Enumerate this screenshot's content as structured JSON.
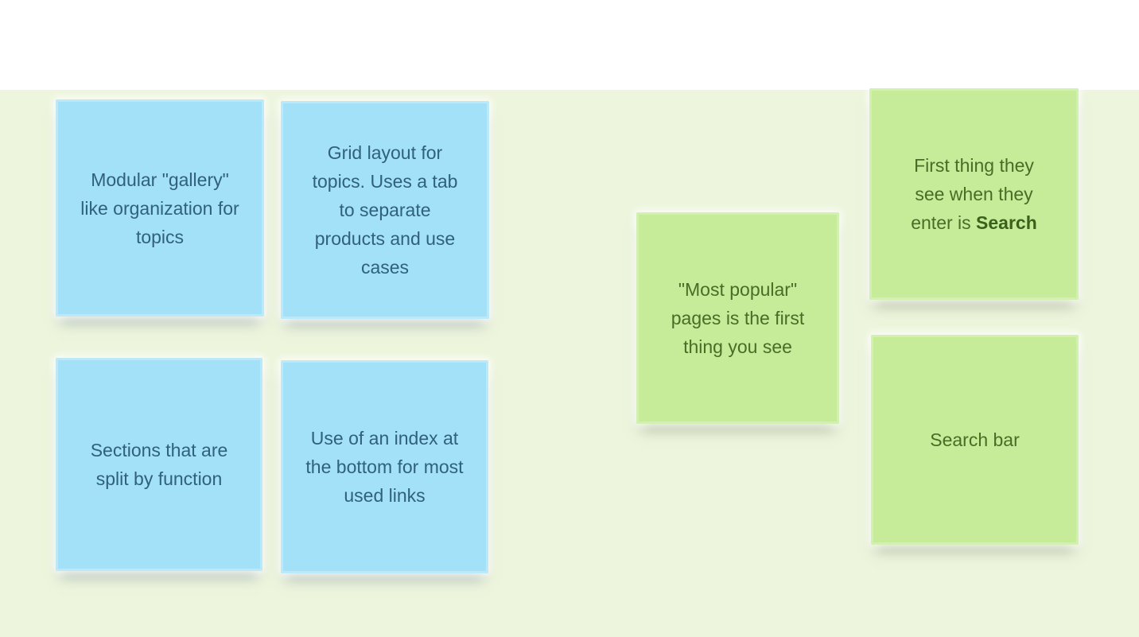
{
  "board": {
    "background_color": "#edf5dd",
    "top_band_color": "#ffffff"
  },
  "colors": {
    "blue_note_bg": "#a2e1f8",
    "blue_note_text": "#30607c",
    "green_note_bg": "#c6ec99",
    "green_note_text": "#496c26"
  },
  "notes": [
    {
      "id": "modular-gallery",
      "color": "blue",
      "text": "Modular \"gallery\" like organization for topics"
    },
    {
      "id": "grid-layout",
      "color": "blue",
      "text": "Grid layout for topics. Uses a tab to separate products and use cases"
    },
    {
      "id": "sections-split",
      "color": "blue",
      "text": "Sections that are split by function"
    },
    {
      "id": "index-bottom",
      "color": "blue",
      "text": "Use of an index at the bottom for most used links"
    },
    {
      "id": "most-popular",
      "color": "green",
      "text": "\"Most popular\" pages is the first thing you see"
    },
    {
      "id": "first-thing-search",
      "color": "green",
      "text_prefix": "First thing they see when they enter is ",
      "text_bold": "Search"
    },
    {
      "id": "search-bar",
      "color": "green",
      "text": "Search bar"
    }
  ]
}
